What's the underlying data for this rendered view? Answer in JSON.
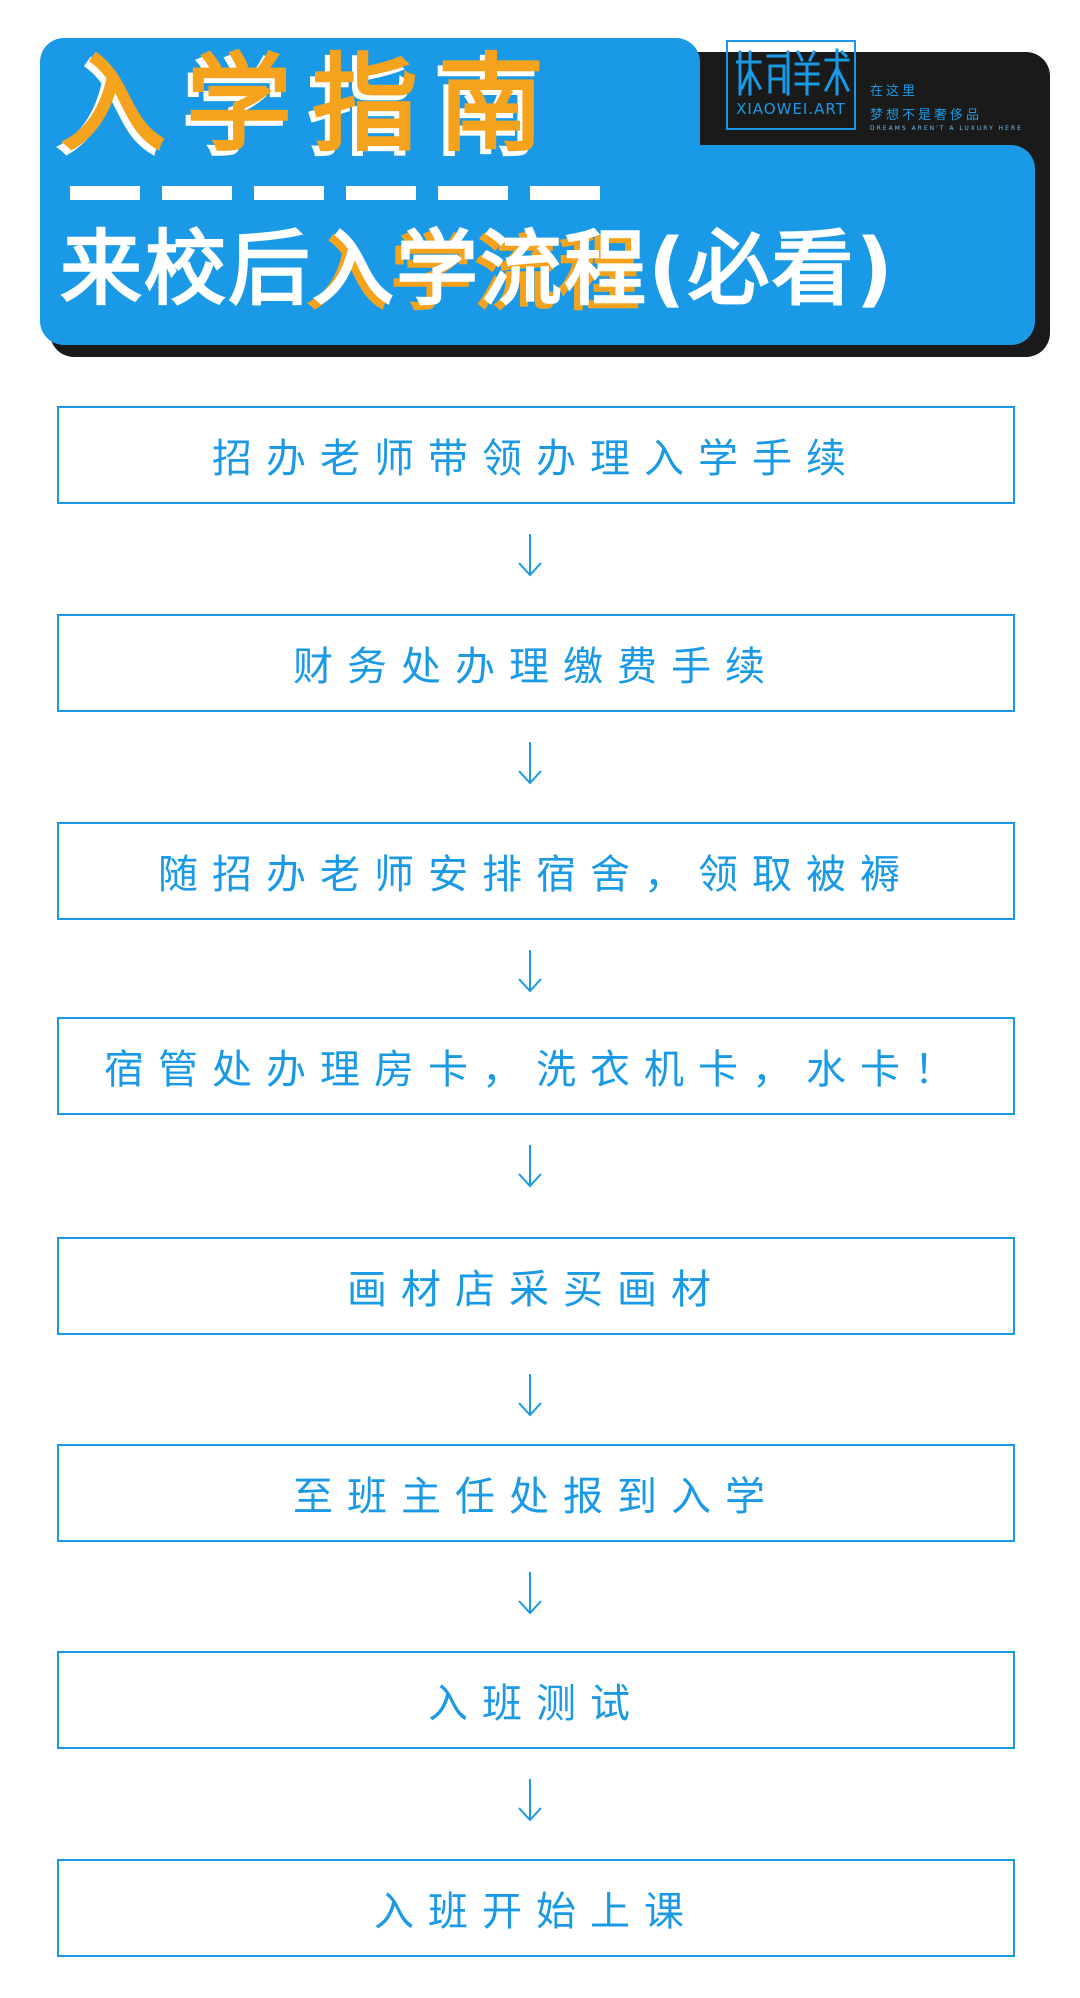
{
  "header": {
    "title": "入学指南",
    "subtitle_pre": "来校后",
    "subtitle_hl": "入学流程",
    "subtitle_post": "(必看)",
    "colors": {
      "blue": "#1a9ae6",
      "orange": "#f5a21c",
      "shadow": "#1a1a1a"
    }
  },
  "logo": {
    "name_en": "XIAOWEI.ART",
    "side_line1": "在这里",
    "side_line2": "梦想不是奢侈品",
    "tagline": "DREAMS AREN'T A LUXURY HERE"
  },
  "steps": [
    "招办老师带领办理入学手续",
    "财务处办理缴费手续",
    "随招办老师安排宿舍，领取被褥",
    "宿管处办理房卡，洗衣机卡，水卡！",
    "画材店采买画材",
    "至班主任处报到入学",
    "入班测试",
    "入班开始上课"
  ]
}
